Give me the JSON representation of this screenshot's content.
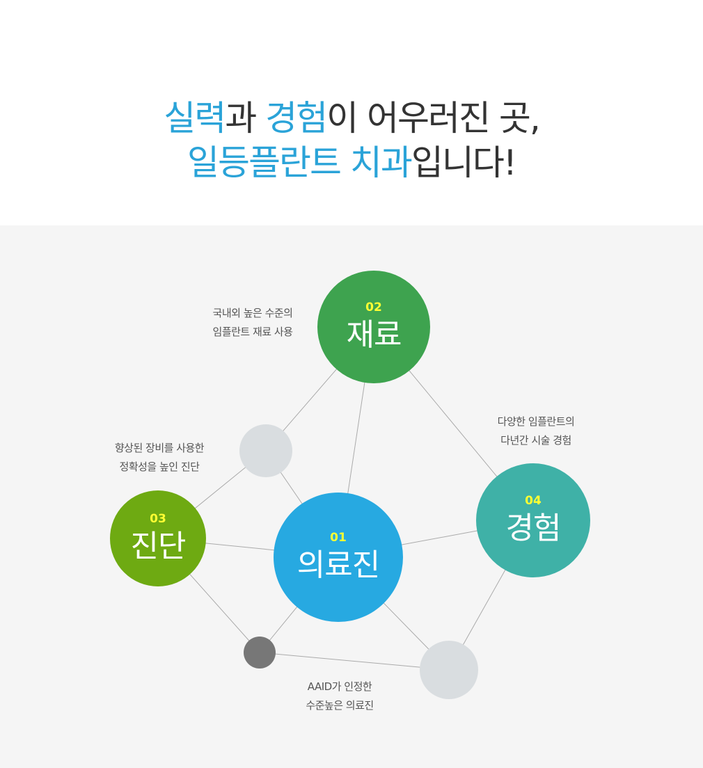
{
  "headline": {
    "line1": {
      "hl1": "실력",
      "t1": "과 ",
      "hl2": "경험",
      "t2": "이 어우러진 곳,"
    },
    "line2": {
      "hl1": "일등플란트 치과",
      "t1": "입니다!"
    }
  },
  "colors": {
    "accent_blue": "#2aa3d8",
    "green": "#3ea34f",
    "lime": "#6eaa12",
    "teal": "#3fb1a7",
    "blue": "#27a9e1",
    "number_yellow": "#ffff33",
    "gray_node": "#d9dde0",
    "dark_node": "#777777",
    "background": "#f5f5f5"
  },
  "nodes": {
    "n01": {
      "number": "01",
      "label": "의료진"
    },
    "n02": {
      "number": "02",
      "label": "재료"
    },
    "n03": {
      "number": "03",
      "label": "진단"
    },
    "n04": {
      "number": "04",
      "label": "경험"
    }
  },
  "descriptions": {
    "d02": {
      "line1": "국내외 높은 수준의",
      "line2": "임플란트 재료 사용"
    },
    "d03": {
      "line1": "향상된 장비를 사용한",
      "line2": "정확성을 높인 진단"
    },
    "d04": {
      "line1": "다양한 임플란트의",
      "line2": "다년간 시술 경험"
    },
    "d01": {
      "line1": "AAID가 인정한",
      "line2": "수준높은 의료진"
    }
  }
}
